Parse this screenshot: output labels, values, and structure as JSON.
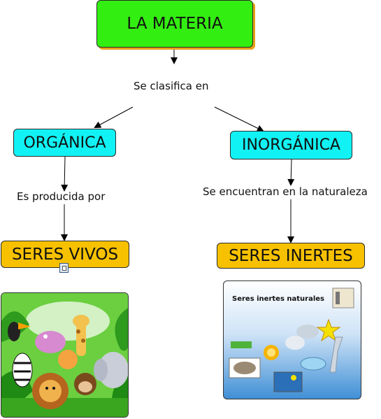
{
  "root": {
    "label": "LA MATERIA",
    "color": "#33ee11"
  },
  "link_main": "Se clasifica en",
  "left": {
    "category": "ORGÁNICA",
    "link": "Es producida por",
    "result": "SERES VIVOS"
  },
  "right": {
    "category": "INORGÁNICA",
    "link": "Se encuentran en la naturaleza",
    "result": "SERES INERTES",
    "image_caption": "Seres inertes naturales"
  },
  "colors": {
    "category_fill": "#11f2f4",
    "result_fill": "#f7c100",
    "shadow": "#e8a018"
  }
}
